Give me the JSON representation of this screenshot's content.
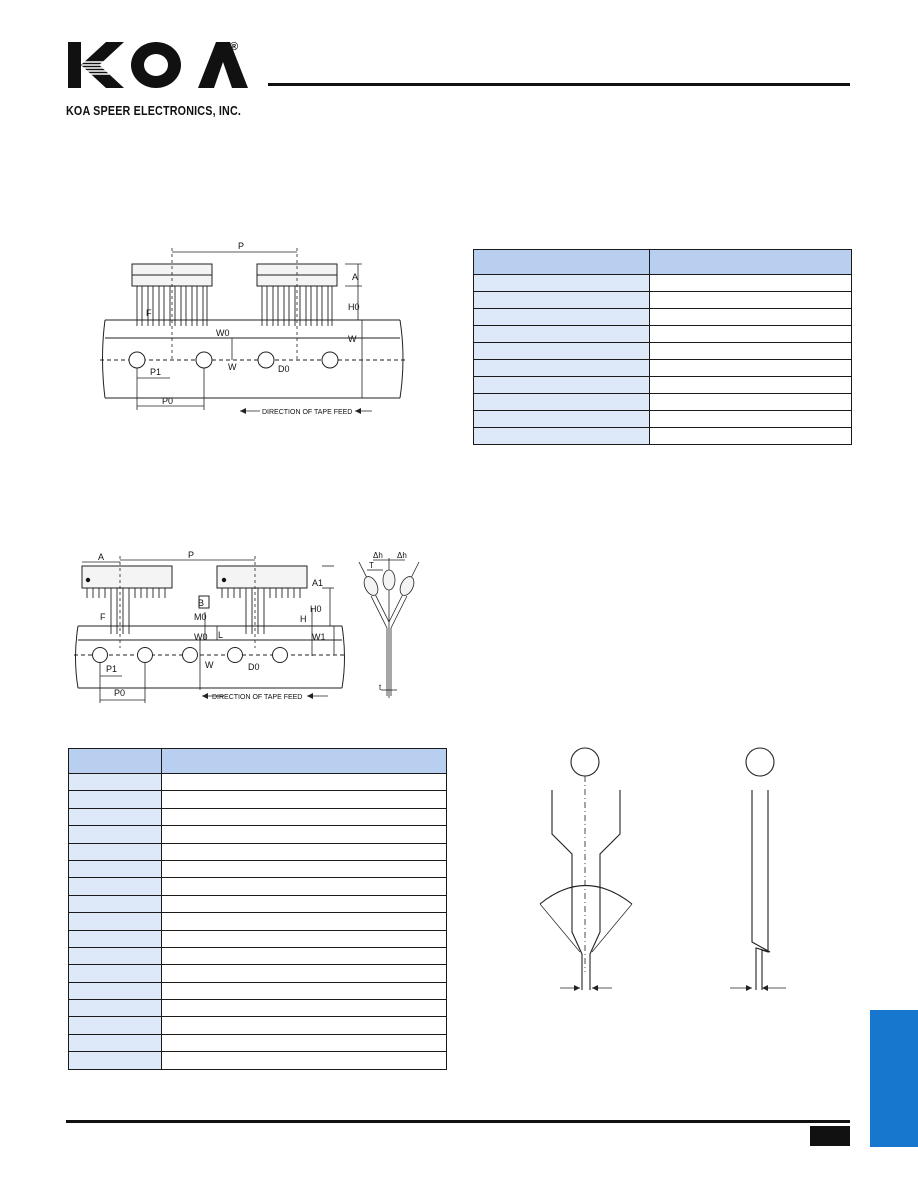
{
  "brand": {
    "company_name": "KOA SPEER ELECTRONICS, INC.",
    "logo_letters": "KOA",
    "registered_mark": "®",
    "side_tab_color": "#1777cf",
    "table_header_color": "#b9cff0",
    "table_key_color": "#dde8f8"
  },
  "figure1": {
    "labels": {
      "p": "P",
      "a": "A",
      "h0": "H0",
      "w0": "W0",
      "w_right": "W",
      "w_mid": "W",
      "f": "F",
      "p1": "P1",
      "d0": "D0",
      "p0": "P0",
      "direction": "DIRECTION OF TAPE FEED"
    }
  },
  "figure2": {
    "labels": {
      "a": "A",
      "p": "P",
      "a1": "A1",
      "b": "B",
      "h0": "H0",
      "h": "H",
      "m0": "M0",
      "f": "F",
      "w0": "W0",
      "w1": "W1",
      "l": "L",
      "w": "W",
      "p1": "P1",
      "d0": "D0",
      "p0": "P0",
      "direction": "DIRECTION OF TAPE FEED"
    }
  },
  "figure3": {
    "labels": {
      "dh_left": "Δh",
      "dh_right": "Δh",
      "t_upper": "T",
      "t_lower": "t"
    }
  },
  "table1": {
    "rows": 11
  },
  "table2": {
    "rows": 18
  }
}
